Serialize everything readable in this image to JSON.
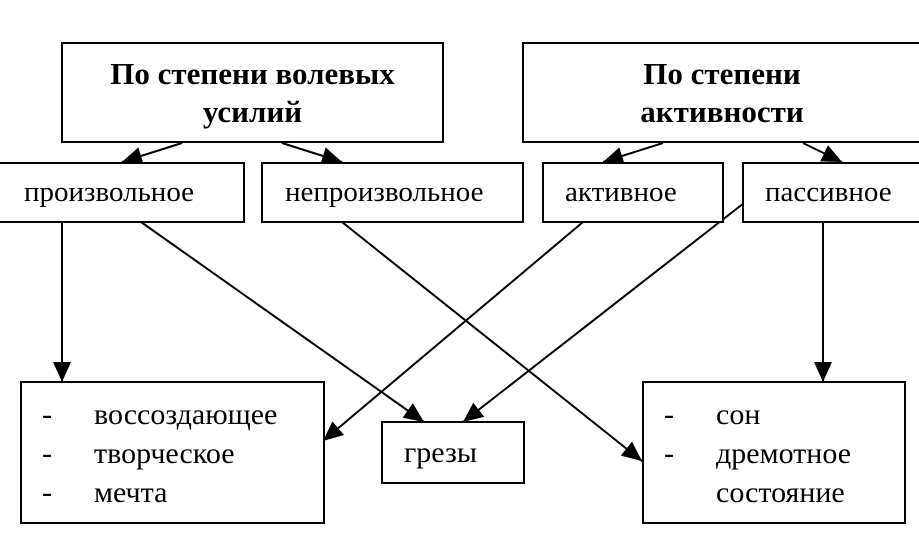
{
  "headers": {
    "volition": "По степени волевых усилий",
    "activity": "По степени активности"
  },
  "categories": {
    "voluntary": "произвольное",
    "involuntary": "непроизвольное",
    "active": "активное",
    "passive": "пассивное"
  },
  "outcomes": {
    "left": {
      "items": [
        {
          "bullet": "-",
          "text": "воссоздающее"
        },
        {
          "bullet": "-",
          "text": "творческое"
        },
        {
          "bullet": "-",
          "text": "мечта"
        }
      ]
    },
    "center": {
      "label": "грезы"
    },
    "right": {
      "items": [
        {
          "bullet": "-",
          "text": "сон"
        },
        {
          "bullet": "-",
          "text": "дремотное"
        },
        {
          "bullet": "",
          "text": "состояние"
        }
      ]
    }
  },
  "connections": [
    {
      "from": "По степени волевых усилий",
      "to": "произвольное"
    },
    {
      "from": "По степени волевых усилий",
      "to": "непроизвольное"
    },
    {
      "from": "По степени активности",
      "to": "активное"
    },
    {
      "from": "По степени активности",
      "to": "пассивное"
    },
    {
      "from": "произвольное",
      "to": "воссоздающее, творческое, мечта"
    },
    {
      "from": "произвольное",
      "to": "грезы"
    },
    {
      "from": "непроизвольное",
      "to": "сон, дремотное состояние"
    },
    {
      "from": "активное",
      "to": "воссоздающее, творческое, мечта"
    },
    {
      "from": "пассивное",
      "to": "грезы"
    },
    {
      "from": "пассивное",
      "to": "сон, дремотное состояние"
    }
  ]
}
